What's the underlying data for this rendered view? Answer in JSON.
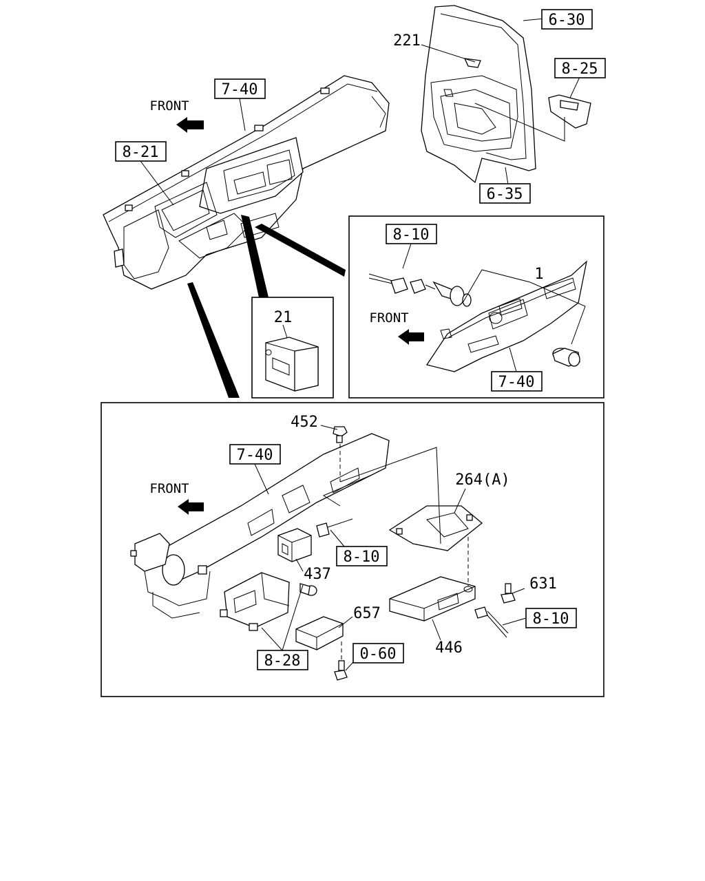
{
  "front_labels": [
    "FRONT",
    "FRONT",
    "FRONT"
  ],
  "ref_boxes": {
    "top_right_6_30": "6-30",
    "top_right_8_25": "8-25",
    "top_right_6_35": "6-35",
    "top_dash_7_40": "7-40",
    "top_dash_8_21": "8-21",
    "inset_8_10": "8-10",
    "inset_7_40": "7-40",
    "bottom_7_40": "7-40",
    "bottom_8_10_a": "8-10",
    "bottom_8_10_b": "8-10",
    "bottom_8_28": "8-28",
    "bottom_0_60": "0-60"
  },
  "part_numbers": {
    "p221": "221",
    "p1": "1",
    "p21": "21",
    "p452": "452",
    "p264a": "264(A)",
    "p437": "437",
    "p631": "631",
    "p657": "657",
    "p446": "446"
  }
}
